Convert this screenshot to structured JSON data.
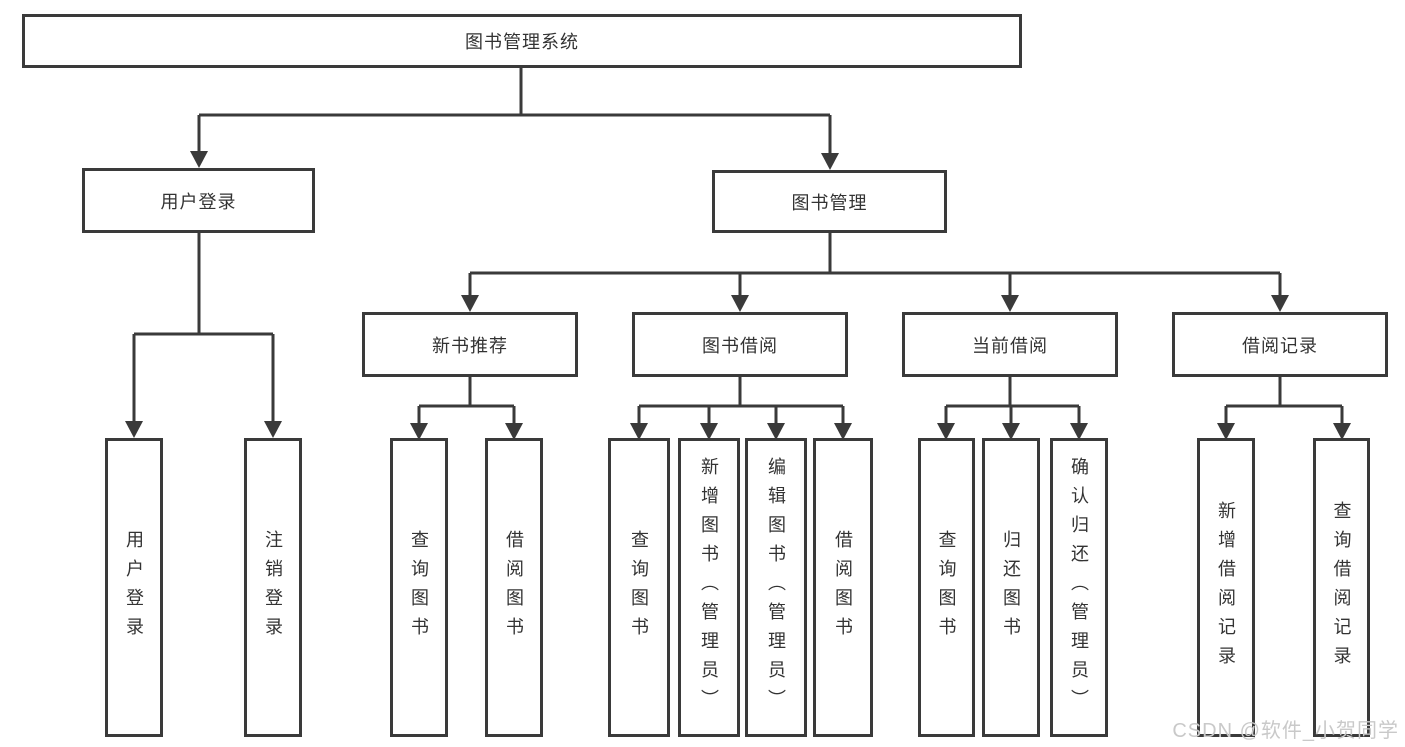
{
  "colors": {
    "line": "#3a3a3a",
    "text": "#333333",
    "background": "#ffffff",
    "watermark": "#c9c9c9"
  },
  "watermark": {
    "text": "CSDN @软件_小贺同学"
  },
  "diagram": {
    "type": "hierarchy-tree",
    "root": {
      "label": "图书管理系统"
    },
    "branches": [
      {
        "label": "用户登录",
        "children": [
          {
            "label": "用户登录"
          },
          {
            "label": "注销登录"
          }
        ]
      },
      {
        "label": "图书管理",
        "children": [
          {
            "label": "新书推荐",
            "children": [
              {
                "label": "查询图书"
              },
              {
                "label": "借阅图书"
              }
            ]
          },
          {
            "label": "图书借阅",
            "children": [
              {
                "label": "查询图书"
              },
              {
                "label": "新增图书（管理员）"
              },
              {
                "label": "编辑图书（管理员）"
              },
              {
                "label": "借阅图书"
              }
            ]
          },
          {
            "label": "当前借阅",
            "children": [
              {
                "label": "查询图书"
              },
              {
                "label": "归还图书"
              },
              {
                "label": "确认归还（管理员）"
              }
            ]
          },
          {
            "label": "借阅记录",
            "children": [
              {
                "label": "新增借阅记录"
              },
              {
                "label": "查询借阅记录"
              }
            ]
          }
        ]
      }
    ]
  }
}
